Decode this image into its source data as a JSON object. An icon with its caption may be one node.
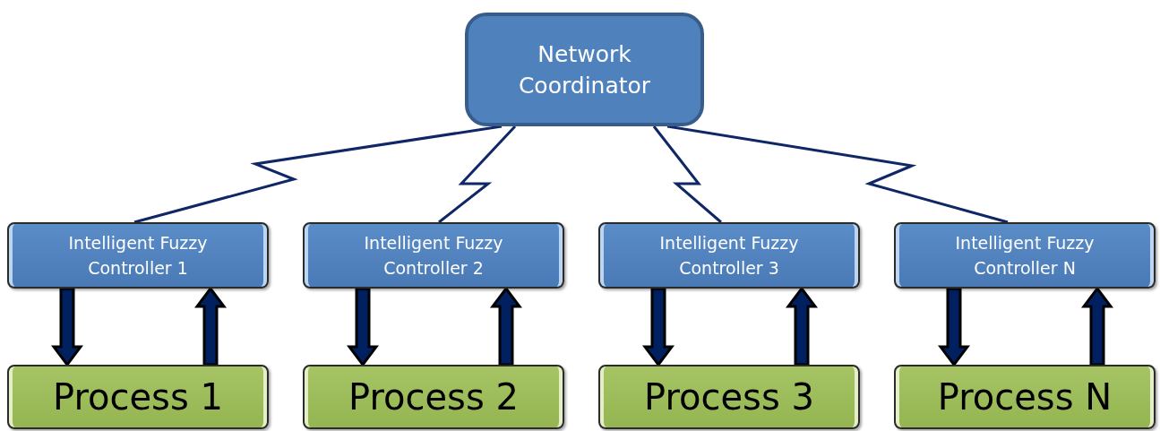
{
  "diagram": {
    "nodes": [
      {
        "text": [
          "Network Coordinator"
        ]
      },
      {
        "text": [
          "Intelligent Fuzzy Controller 1"
        ]
      },
      {
        "text": [
          "Intelligent Fuzzy Controller 2"
        ]
      },
      {
        "text": [
          "Intelligent Fuzzy Controller 3"
        ]
      },
      {
        "text": [
          "Intelligent Fuzzy Controller N"
        ]
      },
      {
        "text": [
          "Process 1"
        ]
      },
      {
        "text": [
          "Process 2"
        ]
      },
      {
        "text": [
          "Process 3"
        ]
      },
      {
        "text": [
          "Process N"
        ]
      }
    ],
    "edges": [
      {
        "from": 0,
        "to": 1,
        "arrow": "none"
      },
      {
        "from": 0,
        "to": 2,
        "arrow": "none"
      },
      {
        "from": 0,
        "to": 3,
        "arrow": "none"
      },
      {
        "from": 0,
        "to": 4,
        "arrow": "none"
      },
      {
        "from": 1,
        "to": 5,
        "arrow": "to",
        "style": "thick"
      },
      {
        "from": 5,
        "to": 1,
        "arrow": "to",
        "style": "thick"
      },
      {
        "from": 2,
        "to": 6,
        "arrow": "to",
        "style": "thick"
      },
      {
        "from": 6,
        "to": 2,
        "arrow": "to",
        "style": "thick"
      },
      {
        "from": 3,
        "to": 7,
        "arrow": "to",
        "style": "thick"
      },
      {
        "from": 7,
        "to": 3,
        "arrow": "to",
        "style": "thick"
      },
      {
        "from": 4,
        "to": 8,
        "arrow": "to",
        "style": "thick"
      },
      {
        "from": 8,
        "to": 4,
        "arrow": "to",
        "style": "thick"
      }
    ]
  }
}
